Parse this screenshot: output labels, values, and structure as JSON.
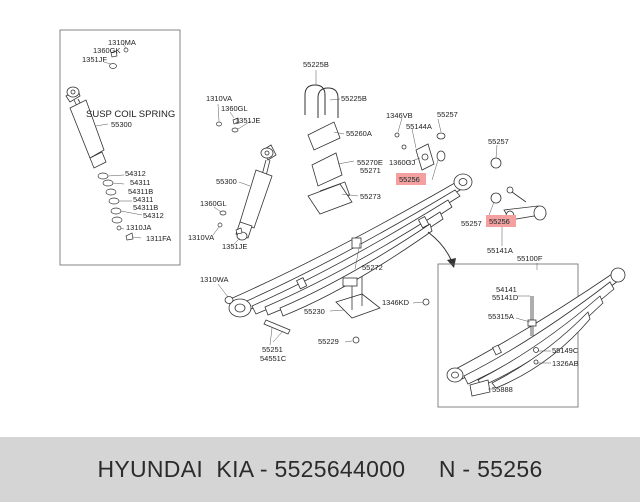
{
  "labels": {
    "l1310ma": "1310MA",
    "l1360gk": "1360GK",
    "l1351jf": "1351JF",
    "susp": "SUSP COIL SPRING",
    "l55300a": "55300",
    "l54312a": "54312",
    "l54311": "54311",
    "l54311b": "54311B",
    "l54311c": "54311",
    "l54311d": "54311B",
    "l54312b": "54312",
    "l1310ja": "1310JA",
    "l1311fa": "1311FA",
    "l1310va": "1310VA",
    "l1360gl": "1360GL",
    "l1351je": "1351JE",
    "l55300b": "55300",
    "l1360gl2": "1360GL",
    "l1310va2": "1310VA",
    "l1351ja": "1351JE",
    "l1310wa": "1310WA",
    "l55251": "55251",
    "l54551c": "54551C",
    "l55225b1": "55225B",
    "l55225b2": "55225B",
    "l55260a": "55260A",
    "l55270e": "55270E",
    "l55271": "55271",
    "l55273": "55273",
    "l55272": "55272",
    "l55230": "55230",
    "l55229": "55229",
    "l1346kd": "1346KD",
    "l1346vb": "1346VB",
    "l55144a": "55144A",
    "l55257a": "55257",
    "l1360gj": "1360GJ",
    "l55256a": "55256",
    "l55257b": "55257",
    "l55257c": "55257",
    "l55256b": "55256",
    "l55141a": "55141A",
    "l55100f": "55100F",
    "l54141": "54141",
    "l55141d": "55141D",
    "l55315a": "55315A",
    "l55149c": "55149C",
    "l1326ab": "1326AB",
    "l55888": "55888"
  },
  "footer": {
    "text": "HYUNDAI  KIA - 5525644000     N - 55256"
  },
  "colors": {
    "highlight": "#f4a0a0",
    "footer_bg": "#d5d5d5"
  }
}
